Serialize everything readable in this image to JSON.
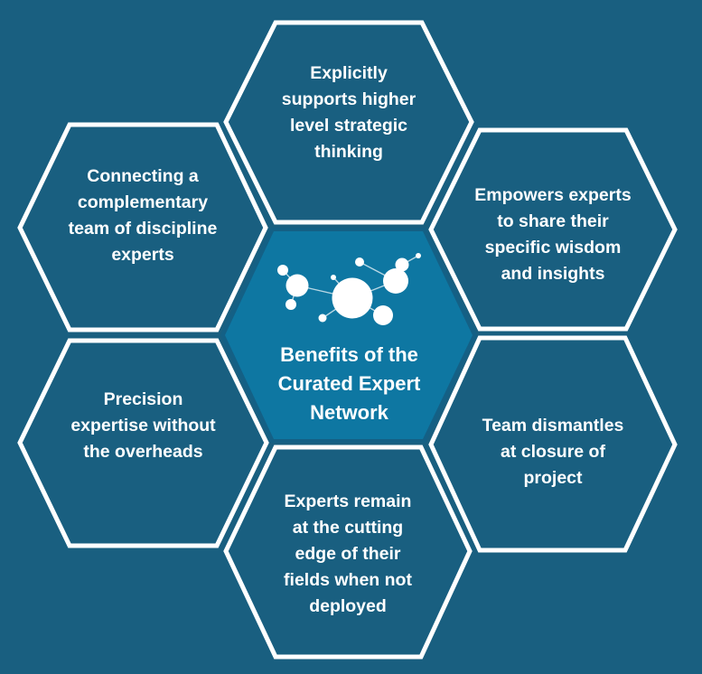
{
  "diagram": {
    "title": "Benefits of the Curated Expert Network",
    "center": {
      "label_lines": [
        "Benefits of the",
        "Curated Expert",
        "Network"
      ],
      "icon": "network-nodes-icon"
    },
    "hexagons": [
      {
        "id": "top",
        "label_lines": [
          "Explicitly",
          "supports higher",
          "level strategic",
          "thinking"
        ]
      },
      {
        "id": "upper-left",
        "label_lines": [
          "Connecting a",
          "complementary",
          "team of discipline",
          "experts"
        ]
      },
      {
        "id": "upper-right",
        "label_lines": [
          "Empowers experts",
          "to share their",
          "specific wisdom",
          "and insights"
        ]
      },
      {
        "id": "lower-left",
        "label_lines": [
          "Precision",
          "expertise without",
          "the overheads"
        ]
      },
      {
        "id": "lower-right",
        "label_lines": [
          "Team dismantles",
          "at closure of",
          "project"
        ]
      },
      {
        "id": "bottom",
        "label_lines": [
          "Experts remain",
          "at the cutting",
          "edge of their",
          "fields when not",
          "deployed"
        ]
      }
    ],
    "colors": {
      "background": "#195f80",
      "outline": "#ffffff",
      "center_fill": "#0e77a2",
      "center_border": "#146085",
      "text": "#ffffff"
    }
  }
}
